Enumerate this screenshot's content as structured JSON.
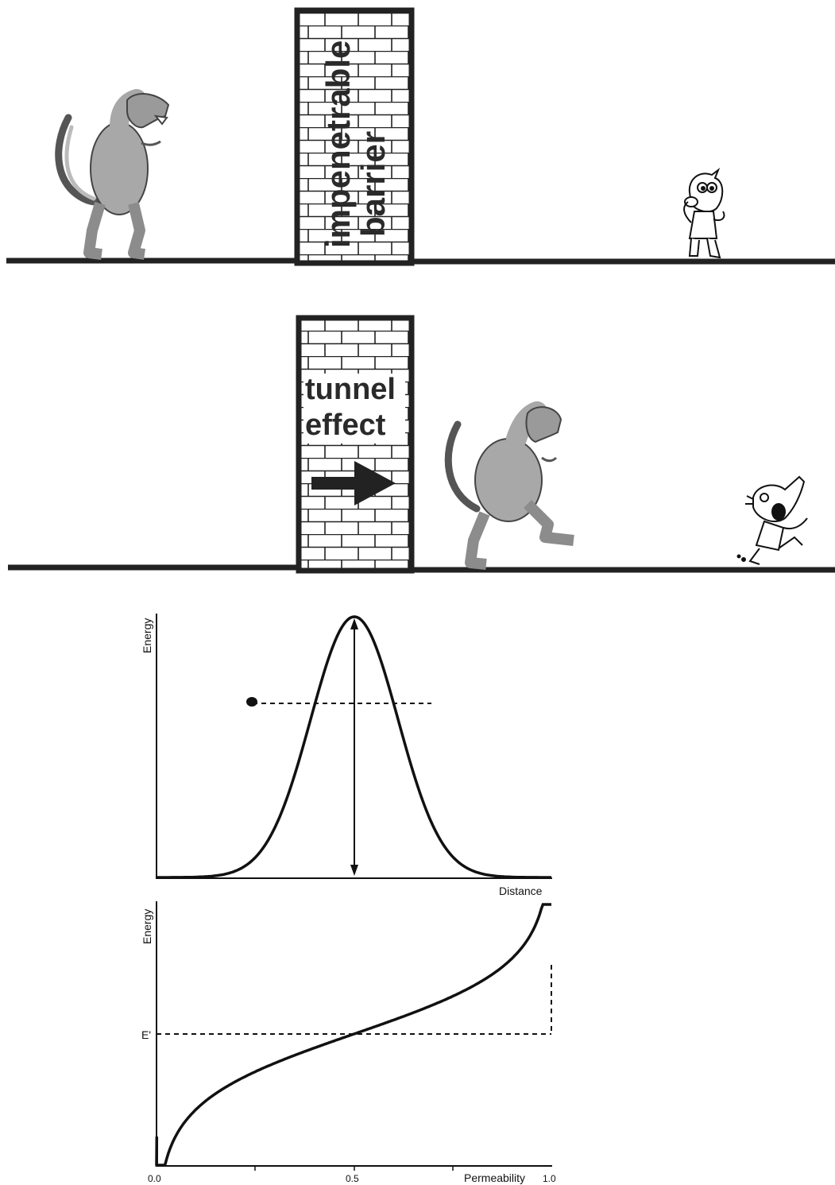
{
  "scene_top": {
    "barrier_label_line1": "impenetrable",
    "barrier_label_line2": "barrier"
  },
  "scene_bottom": {
    "barrier_label_line1": "tunnel",
    "barrier_label_line2": "effect"
  },
  "plot_barrier": {
    "ylabel": "Energy",
    "xlabel": "Distance"
  },
  "plot_permeability": {
    "ylabel": "Energy",
    "xlabel": "Permeability",
    "x_ticks": [
      "0.0",
      "0.5",
      "1.0"
    ],
    "energy_marker": "E'"
  },
  "colors": {
    "line": "#111111",
    "brick_fill": "#ffffff",
    "dino": "#a8a8a8",
    "dino_dark": "#8c8c8c"
  }
}
